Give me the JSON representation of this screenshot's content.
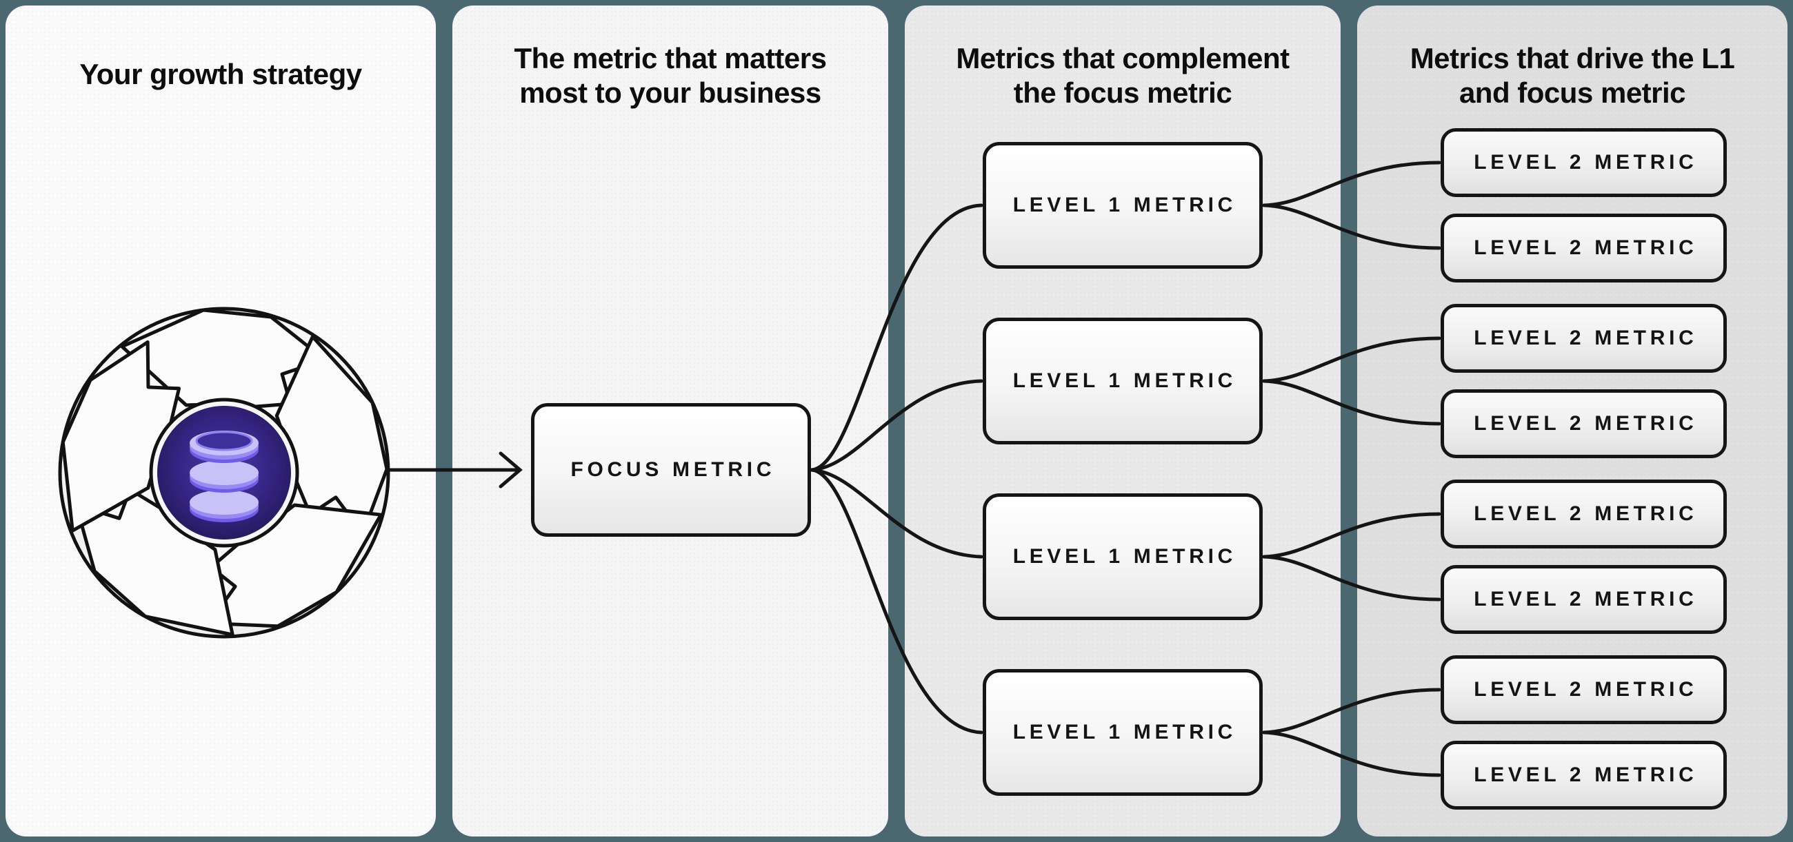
{
  "colors": {
    "background": "#4b6871",
    "ink": "#151515",
    "panel_strategy": "#fafafa",
    "panel_focus": "#f5f5f6",
    "panel_level1": "#e9e9ea",
    "panel_level2": "#dfdfe0",
    "logo_disc": "#352584",
    "logo_database_light": "#c9c2f9",
    "logo_database_mid": "#9a8af2",
    "logo_database_deep": "#6f5ce8"
  },
  "columns": {
    "strategy": {
      "title": "Your growth strategy"
    },
    "focus": {
      "title_line1": "The metric that matters",
      "title_line2": "most to your business",
      "metric_label": "FOCUS METRIC"
    },
    "level1": {
      "title_line1": "Metrics that complement",
      "title_line2": "the focus metric",
      "metric_labels": [
        "LEVEL 1 METRIC",
        "LEVEL 1 METRIC",
        "LEVEL 1 METRIC",
        "LEVEL 1 METRIC"
      ]
    },
    "level2": {
      "title_line1": "Metrics that drive the L1",
      "title_line2": "and focus metric",
      "metric_labels": [
        "LEVEL 2 METRIC",
        "LEVEL 2 METRIC",
        "LEVEL 2 METRIC",
        "LEVEL 2 METRIC",
        "LEVEL 2 METRIC",
        "LEVEL 2 METRIC",
        "LEVEL 2 METRIC",
        "LEVEL 2 METRIC"
      ]
    }
  },
  "logo": {
    "icon": "growth-flywheel-database-icon"
  }
}
